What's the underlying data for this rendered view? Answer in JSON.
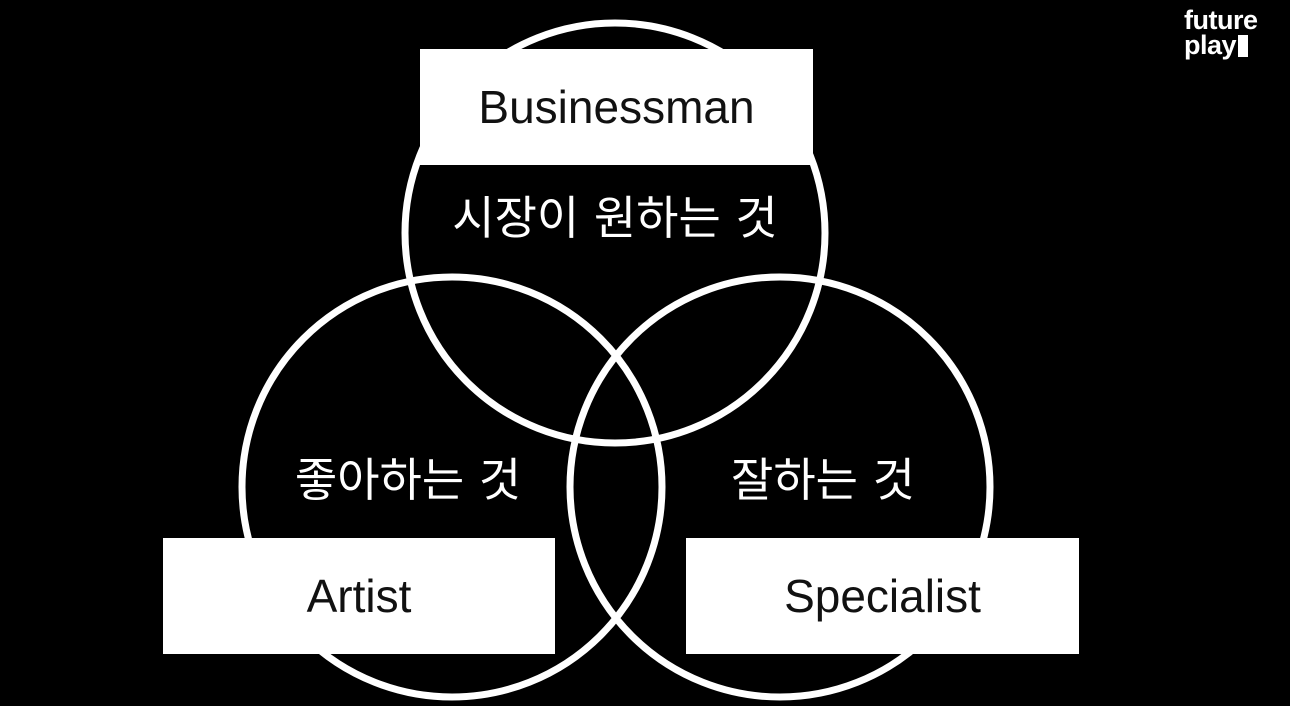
{
  "diagram": {
    "circles": [
      {
        "id": "market",
        "label": "시장이 원하는 것",
        "role": "Businessman"
      },
      {
        "id": "like",
        "label": "좋아하는 것",
        "role": "Artist"
      },
      {
        "id": "good",
        "label": "잘하는 것",
        "role": "Specialist"
      }
    ],
    "colors": {
      "background": "#000000",
      "stroke": "#ffffff",
      "box": "#ffffff",
      "box_text": "#111111"
    }
  },
  "logo": {
    "line1": "future",
    "line2": "play"
  }
}
